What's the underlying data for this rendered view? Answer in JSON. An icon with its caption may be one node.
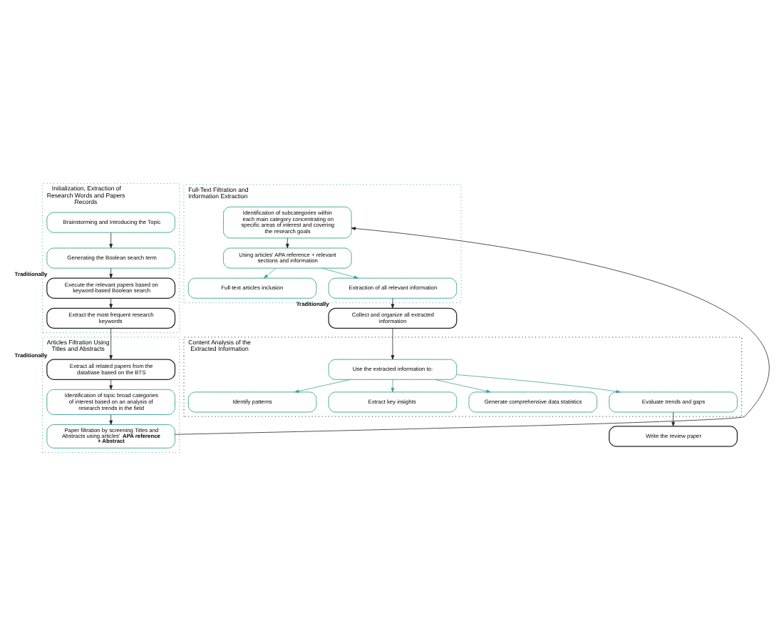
{
  "diagram": {
    "nodes": [
      {
        "text": [
          "Initialization, Extraction of Research Words and Papers Records"
        ]
      },
      {
        "text": [
          "Brainstorming and Introducing the Topic"
        ],
        "in": 0
      },
      {
        "text": [
          "Generating the Boolean search term"
        ],
        "in": 0
      },
      {
        "text": [
          "Execute the relevant papers based on keyword-based Boolean search"
        ],
        "in": 0,
        "beside": [
          "Traditionally"
        ]
      },
      {
        "text": [
          "Extract the most frequent research keywords"
        ],
        "in": 0
      },
      {
        "text": [
          "Articles Filtration Using Titles and Abstracts"
        ]
      },
      {
        "text": [
          "Extract all related papers from the database based on the BTS"
        ],
        "in": 5,
        "beside": [
          "Traditionally"
        ]
      },
      {
        "text": [
          "Identification of topic broad categories of interest based on an analysis of research trends in the field"
        ],
        "in": 5
      },
      {
        "text": [
          "Paper filtration by screening Titles and Abstracts using articles' **APA reference + Abstract**"
        ],
        "in": 5
      },
      {
        "text": [
          "Full-Text Filtration and Information Extraction"
        ]
      },
      {
        "text": [
          "Identification of subcategories within each main category concentrating on specific areas of interest and covering the research goals"
        ],
        "in": 9
      },
      {
        "text": [
          "Using articles' APA reference + relevant sections and information"
        ],
        "in": 9
      },
      {
        "text": [
          "Full-text articles inclusion"
        ],
        "in": 9
      },
      {
        "text": [
          "Extraction of all relevant information"
        ],
        "in": 9
      },
      {
        "text": [
          "Collect and organize all extracted information"
        ],
        "beside": [
          "Traditionally"
        ]
      },
      {
        "text": [
          "Content Analysis of the Extracted Information"
        ]
      },
      {
        "text": [
          "Use the extracted information to:"
        ],
        "in": 15
      },
      {
        "text": [
          "Identify patterns"
        ],
        "in": 15
      },
      {
        "text": [
          "Extract key insights"
        ],
        "in": 15
      },
      {
        "text": [
          "Generate comprehensive data statistics"
        ],
        "in": 15
      },
      {
        "text": [
          "Evaluate trends and gaps"
        ],
        "in": 15
      },
      {
        "text": [
          "Write the review paper"
        ]
      }
    ],
    "edges": [
      {
        "from": 1,
        "to": 2,
        "arrow": "to"
      },
      {
        "from": 2,
        "to": 3,
        "arrow": "to"
      },
      {
        "from": 3,
        "to": 4,
        "arrow": "to"
      },
      {
        "from": 4,
        "to": 6,
        "arrow": "to"
      },
      {
        "from": 6,
        "to": 7,
        "arrow": "to"
      },
      {
        "from": 7,
        "to": 8,
        "arrow": "to"
      },
      {
        "from": 8,
        "to": 10,
        "arrow": "to"
      },
      {
        "from": 10,
        "to": 11,
        "arrow": "to"
      },
      {
        "from": 11,
        "to": 12,
        "arrow": "to",
        "color": "#3aa58a"
      },
      {
        "from": 11,
        "to": 13,
        "arrow": "to",
        "color": "#3aa58a"
      },
      {
        "from": 13,
        "to": 14,
        "arrow": "to"
      },
      {
        "from": 14,
        "to": 16,
        "arrow": "to"
      },
      {
        "from": 16,
        "to": 17,
        "arrow": "to",
        "color": "#3aa58a"
      },
      {
        "from": 16,
        "to": 18,
        "arrow": "to",
        "color": "#3aa58a"
      },
      {
        "from": 16,
        "to": 19,
        "arrow": "to",
        "color": "#3aa58a"
      },
      {
        "from": 16,
        "to": 20,
        "arrow": "to",
        "color": "#3aa58a"
      },
      {
        "from": 20,
        "to": 21,
        "arrow": "to"
      }
    ]
  }
}
